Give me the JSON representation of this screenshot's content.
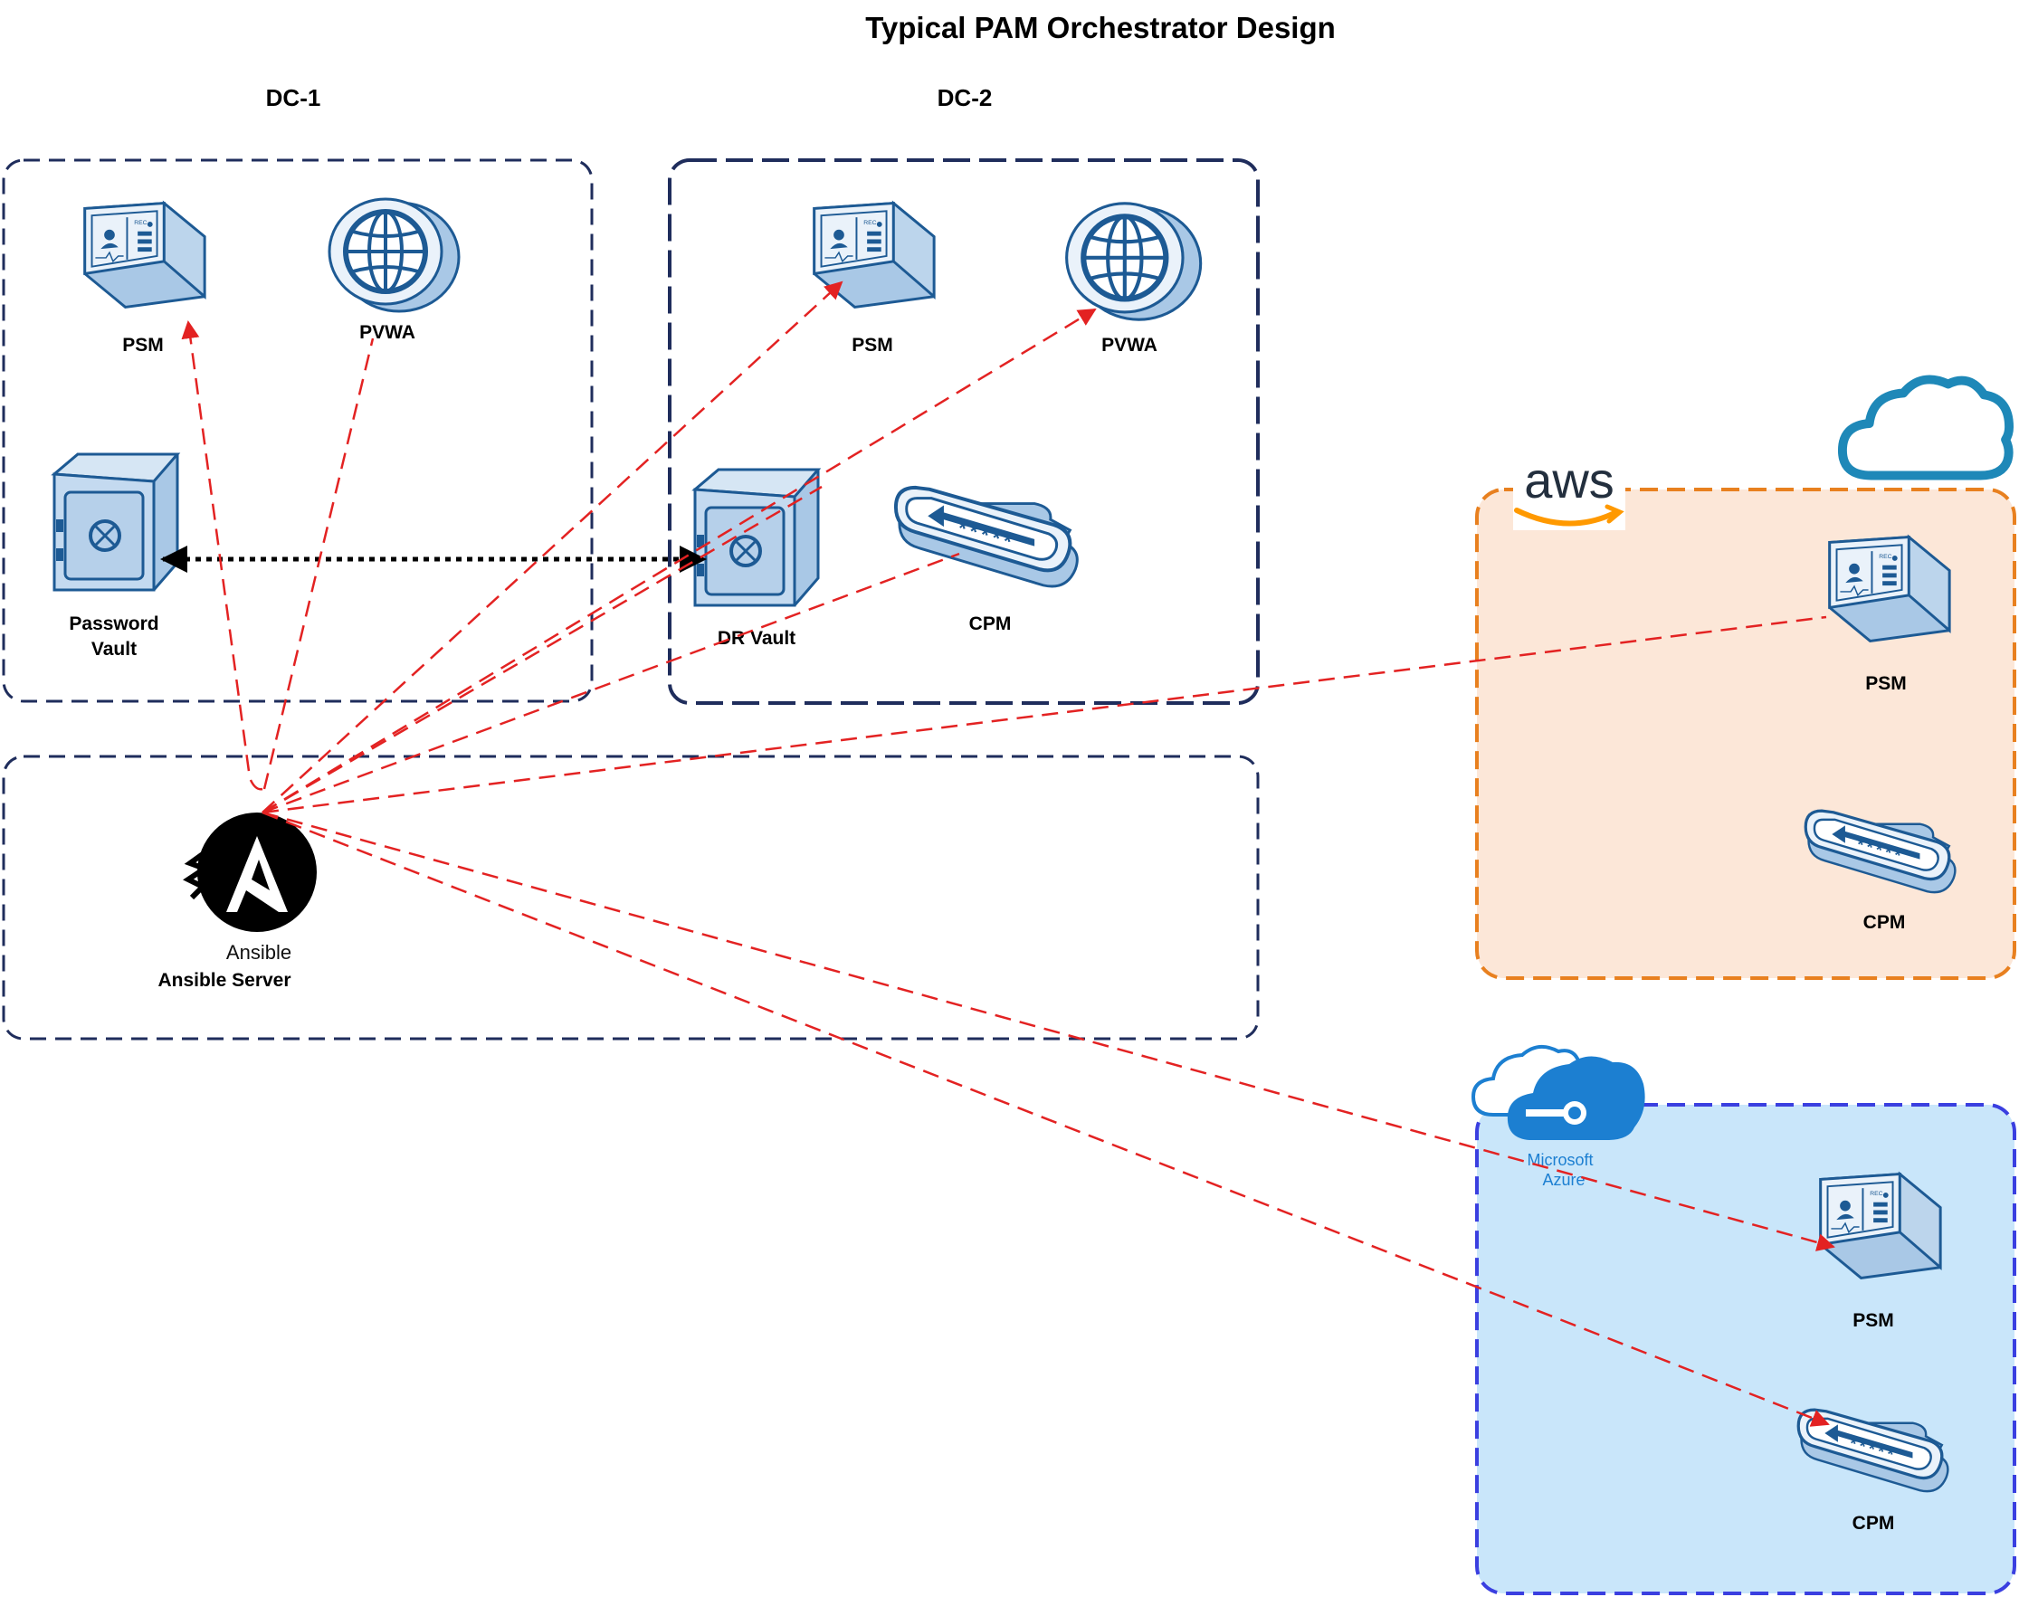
{
  "title": "Typical PAM Orchestrator Design",
  "regions": {
    "dc1": "DC-1",
    "dc2": "DC-2"
  },
  "nodes": {
    "dc1_psm": "PSM",
    "dc1_pvwa": "PVWA",
    "dc1_vault_line1": "Password",
    "dc1_vault_line2": "Vault",
    "dc2_psm": "PSM",
    "dc2_pvwa": "PVWA",
    "dc2_dr_vault": "DR Vault",
    "dc2_cpm": "CPM",
    "aws_psm": "PSM",
    "aws_cpm": "CPM",
    "azure_psm": "PSM",
    "azure_cpm": "CPM",
    "ansible_logo_text": "Ansible",
    "ansible_server": "Ansible Server"
  },
  "logos": {
    "aws": "aws",
    "azure_line1": "Microsoft",
    "azure_line2": "Azure"
  },
  "colors": {
    "dc_border": "#1f2d5c",
    "aws_border": "#e8801f",
    "aws_fill": "#fce7d8",
    "azure_border": "#3a3fe0",
    "azure_fill": "#c9e6fa",
    "link": "#e32222",
    "replication": "#000000",
    "icon_face": "#e3eef8",
    "icon_side": "#a9c8e6",
    "icon_stroke": "#1d5a94",
    "cloud_stroke": "#1e88b8",
    "azure_blue": "#1c7fd1"
  },
  "icons": {
    "psm": "psm-server-icon",
    "pvwa": "globe-icon",
    "vault": "safe-icon",
    "cpm": "password-card-icon",
    "ansible": "ansible-logo",
    "cloud": "cloud-icon"
  }
}
